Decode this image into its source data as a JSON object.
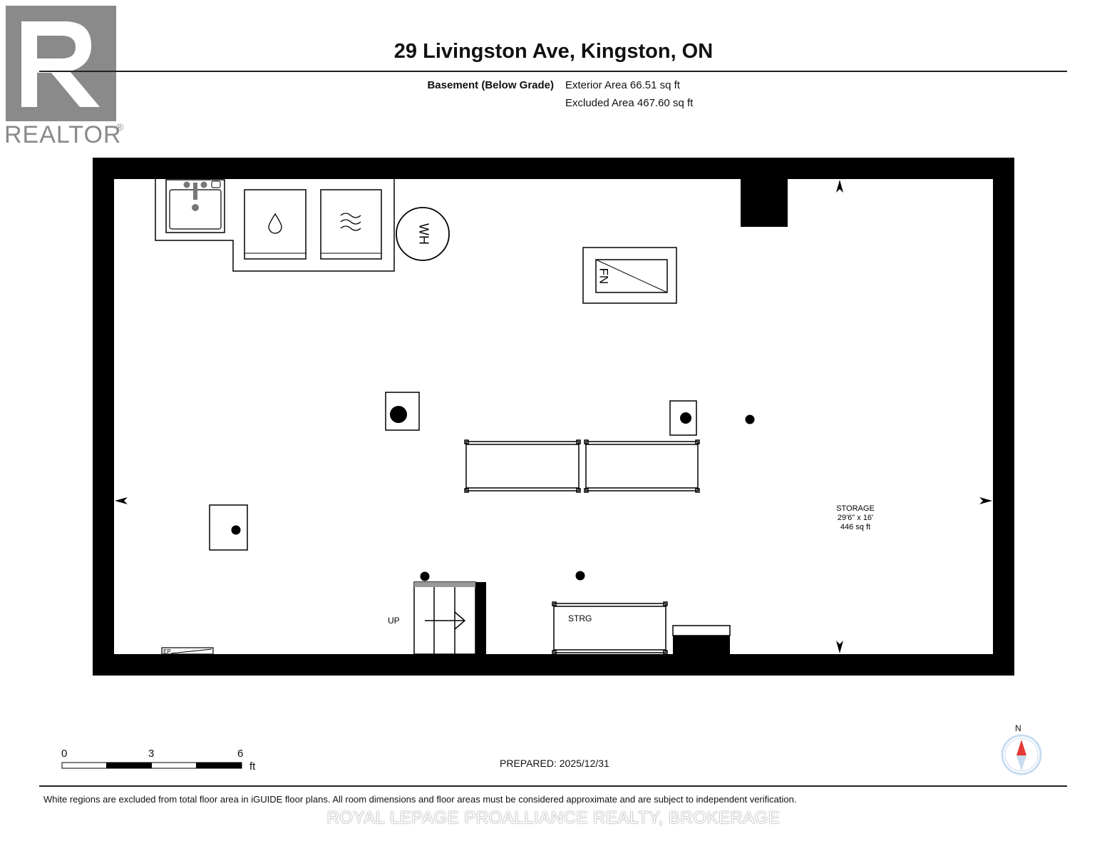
{
  "header": {
    "title": "29 Livingston Ave, Kingston, ON",
    "floor_name": "Basement (Below Grade)",
    "exterior_area": "Exterior Area 66.51 sq ft",
    "excluded_area": "Excluded Area 467.60 sq ft"
  },
  "logo": {
    "word": "REALTOR",
    "reg_mark": "®",
    "color": "#8a8a8a"
  },
  "plan": {
    "room": {
      "name": "STORAGE",
      "dimensions": "29'6\" x 16'",
      "area": "446 sq ft"
    },
    "labels": {
      "stairs": "UP",
      "storage_unit": "STRG",
      "water_heater": "WH",
      "furnace": "FN",
      "electrical_panel": "EP"
    },
    "icons": [
      "sink-icon",
      "water-softener-icon",
      "heater-icon",
      "water-heater-icon",
      "furnace-icon",
      "dimension-arrow-icon",
      "compass-icon"
    ]
  },
  "scale_bar": {
    "ticks": [
      "0",
      "3",
      "6"
    ],
    "unit": "ft"
  },
  "footer": {
    "prepared": "PREPARED: 2025/12/31",
    "compass_label": "N",
    "disclaimer": "White regions are excluded from total floor area in iGUIDE floor plans. All room dimensions and floor areas must be considered approximate and are subject to independent verification.",
    "watermark": "ROYAL LEPAGE PROALLIANCE REALTY, BROKERAGE"
  },
  "colors": {
    "wall": "#000000",
    "compass_needle": "#e53935",
    "compass_ring": "#c8dcf0"
  }
}
